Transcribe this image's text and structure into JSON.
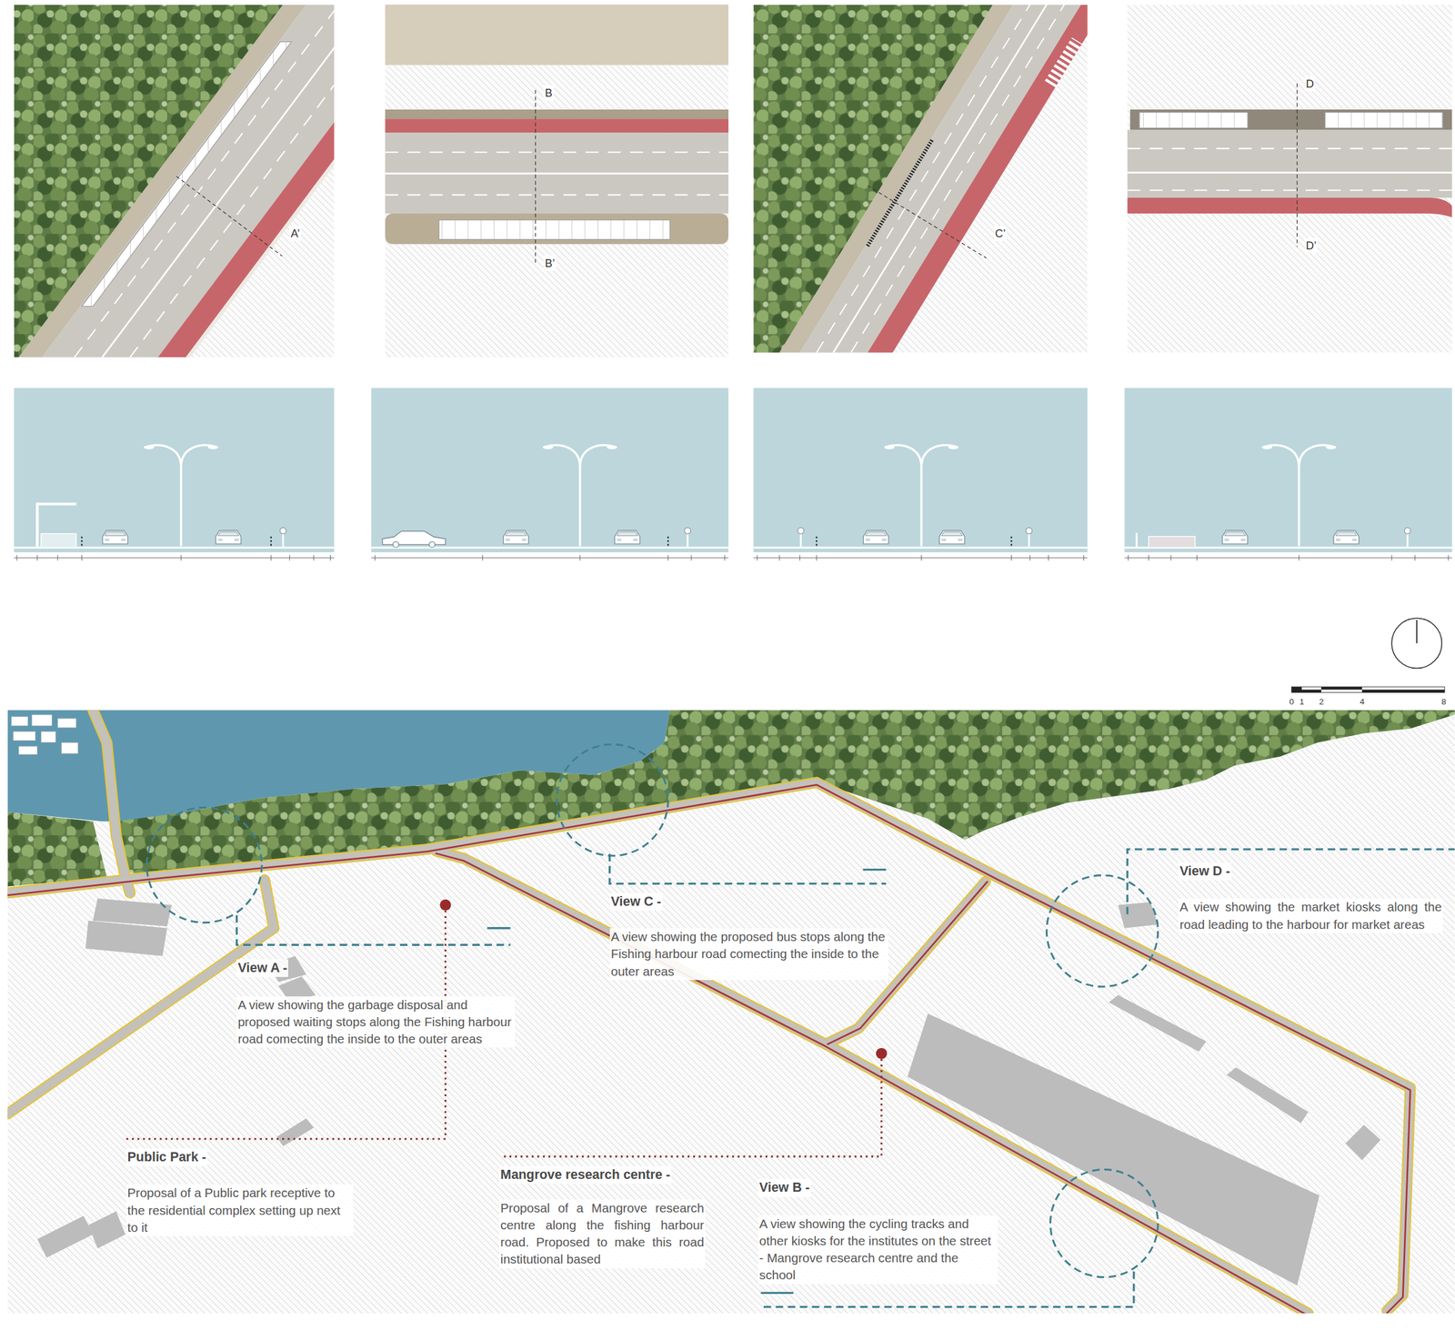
{
  "diagram": {
    "labels": [
      "A’",
      "B",
      "B’",
      "C’",
      "D",
      "D’",
      "0",
      "1",
      "2",
      "4",
      "8",
      "View A -",
      "A view showing the garbage disposal and proposed waiting stops along the Fishing harbour road comecting the inside to the outer areas",
      "View C -",
      "A view showing the proposed bus stops along the Fishing harbour road comecting the inside to the outer areas",
      "View D -",
      "A view showing the market kiosks along the road leading to the harbour for market areas",
      "Public Park -",
      "Proposal of a Public park receptive to the residential complex setting up next to it",
      "Mangrove research centre -",
      "Proposal of a Mangrove research centre along the fishing harbour road. Proposed to make this road institutional based",
      "View B -",
      "A view showing the cycling tracks and other kiosks for the institutes on the street - Mangrove research centre and the school"
    ]
  }
}
